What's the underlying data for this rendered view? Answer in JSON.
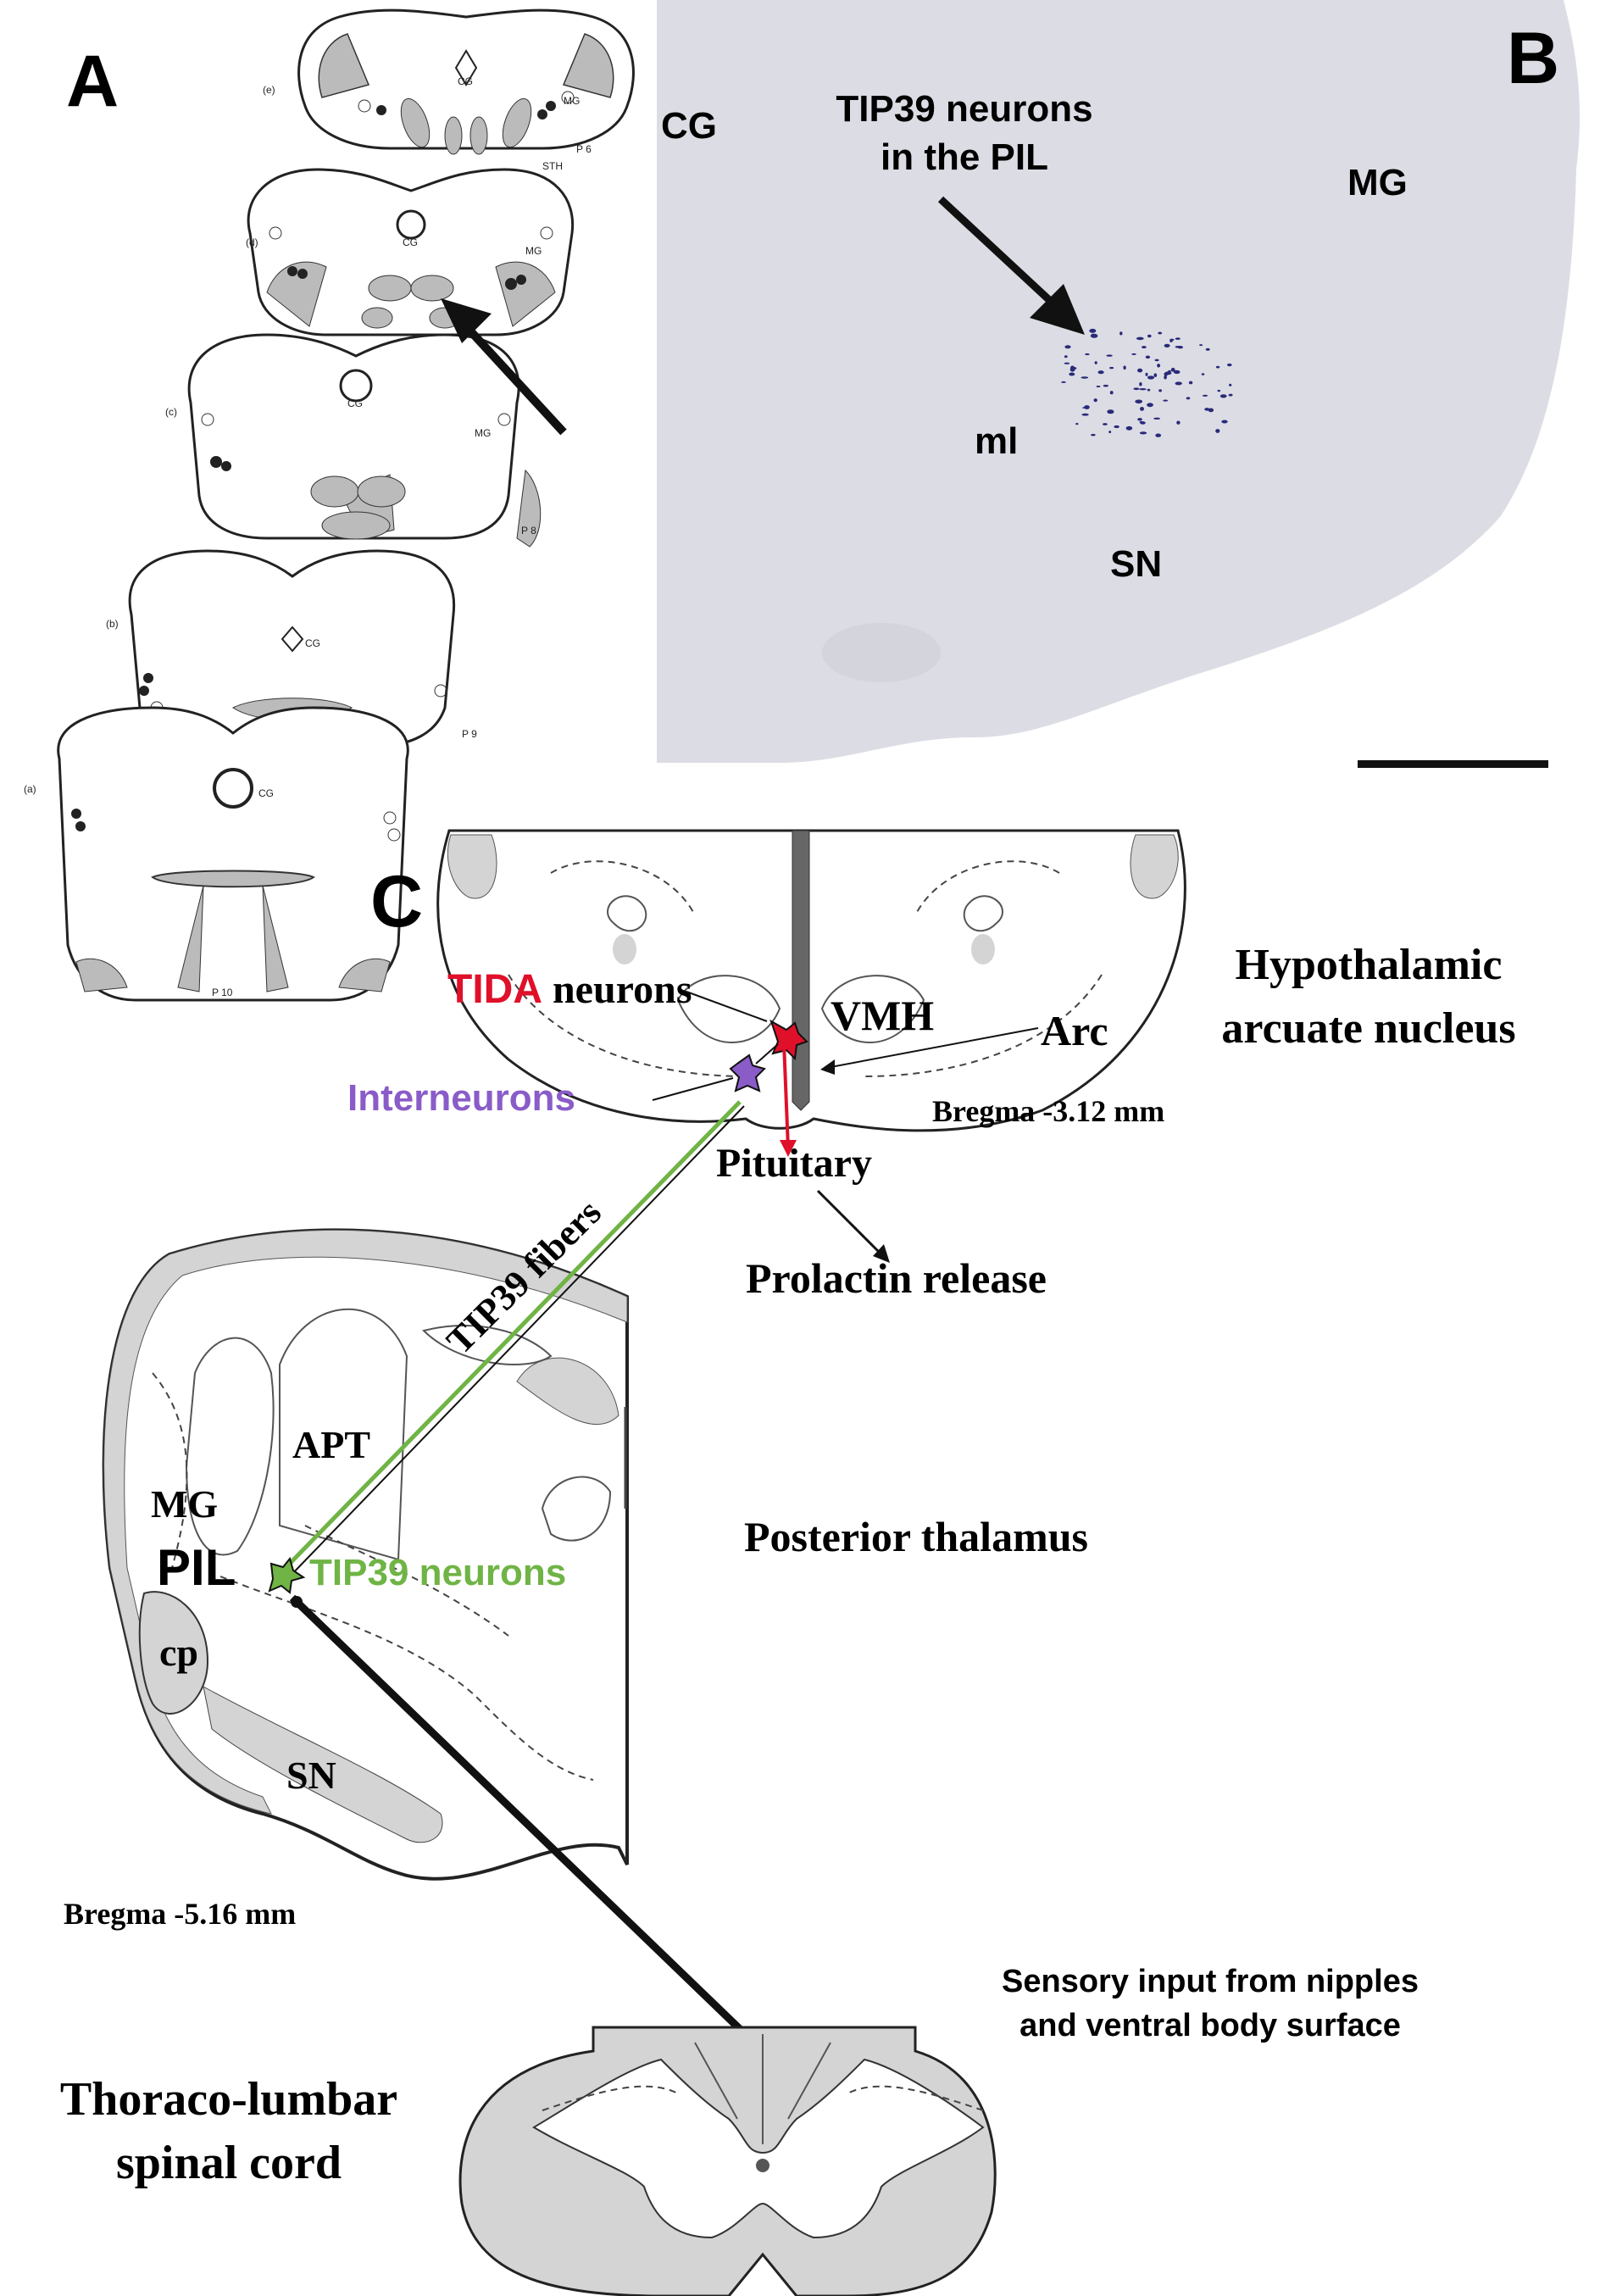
{
  "panels": {
    "a": {
      "letter": "A",
      "sections": [
        {
          "label": "(e)",
          "code": "P 6",
          "extra": "STH"
        },
        {
          "label": "(d)",
          "code": ""
        },
        {
          "label": "(c)",
          "code": "P 8"
        },
        {
          "label": "(b)",
          "code": "P 9"
        },
        {
          "label": "(a)",
          "code": "P 10"
        }
      ],
      "cg_label": "CG",
      "mg_label": "MG"
    },
    "b": {
      "letter": "B",
      "cg": "CG",
      "mg": "MG",
      "ml": "ml",
      "sn": "SN",
      "annotation_line1": "TIP39 neurons",
      "annotation_line2": "in the PIL",
      "tissue_color": "#dcdde4",
      "stain_color": "#2a2a7a"
    },
    "c": {
      "letter": "C",
      "tida_red": "TIDA",
      "tida_rest": " neurons",
      "vmh": "VMH",
      "arc": "Arc",
      "hypothalamic_line1": "Hypothalamic",
      "hypothalamic_line2": "arcuate nucleus",
      "interneurons": "Interneurons",
      "bregma_hypo": "Bregma -3.12 mm",
      "pituitary": "Pituitary",
      "tip39_fibers": "TIP39 fibers",
      "prolactin": "Prolactin release",
      "apt": "APT",
      "mg": "MG",
      "pil": "PIL",
      "tip39_neurons": "TIP39 neurons",
      "posterior_thalamus": "Posterior thalamus",
      "cp": "cp",
      "sn": "SN",
      "bregma_thal": "Bregma -5.16 mm",
      "sensory_line1": "Sensory input from nipples",
      "sensory_line2": "and ventral body surface",
      "spinal_line1": "Thoraco-lumbar",
      "spinal_line2": "spinal cord",
      "colors": {
        "tida": "#e0102a",
        "interneuron": "#8a5cc8",
        "tip39": "#6fb445",
        "pathway": "#111111",
        "gray_matter": "#d4d4d4"
      }
    }
  }
}
